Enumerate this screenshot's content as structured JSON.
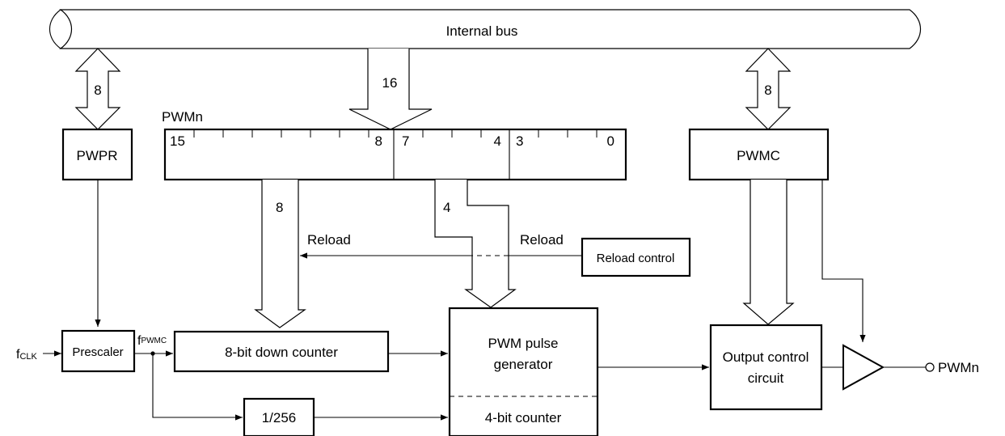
{
  "bus": {
    "label": "Internal bus"
  },
  "bus_widths": {
    "pwpr": "8",
    "pwm_reg": "16",
    "pwmc": "8"
  },
  "register": {
    "name": "PWMn",
    "bits": {
      "b15": "15",
      "b8": "8",
      "b7": "7",
      "b4": "4",
      "b3": "3",
      "b0": "0"
    }
  },
  "blocks": {
    "pwpr": "PWPR",
    "pwmc": "PWMC",
    "prescaler": "Prescaler",
    "down_counter": "8-bit down counter",
    "divider": "1/256",
    "reload_control": "Reload control",
    "pwm_gen_line1": "PWM pulse",
    "pwm_gen_line2": "generator",
    "bit4_counter": "4-bit counter",
    "out_ctrl_line1": "Output control",
    "out_ctrl_line2": "circuit"
  },
  "signals": {
    "fclk_main": "f",
    "fclk_sub": "CLK",
    "fpwmc_main": "f",
    "fpwmc_sub": "PWMC",
    "reload_left": "Reload",
    "reload_right": "Reload",
    "width_8": "8",
    "width_4": "4",
    "output": "PWMn"
  }
}
